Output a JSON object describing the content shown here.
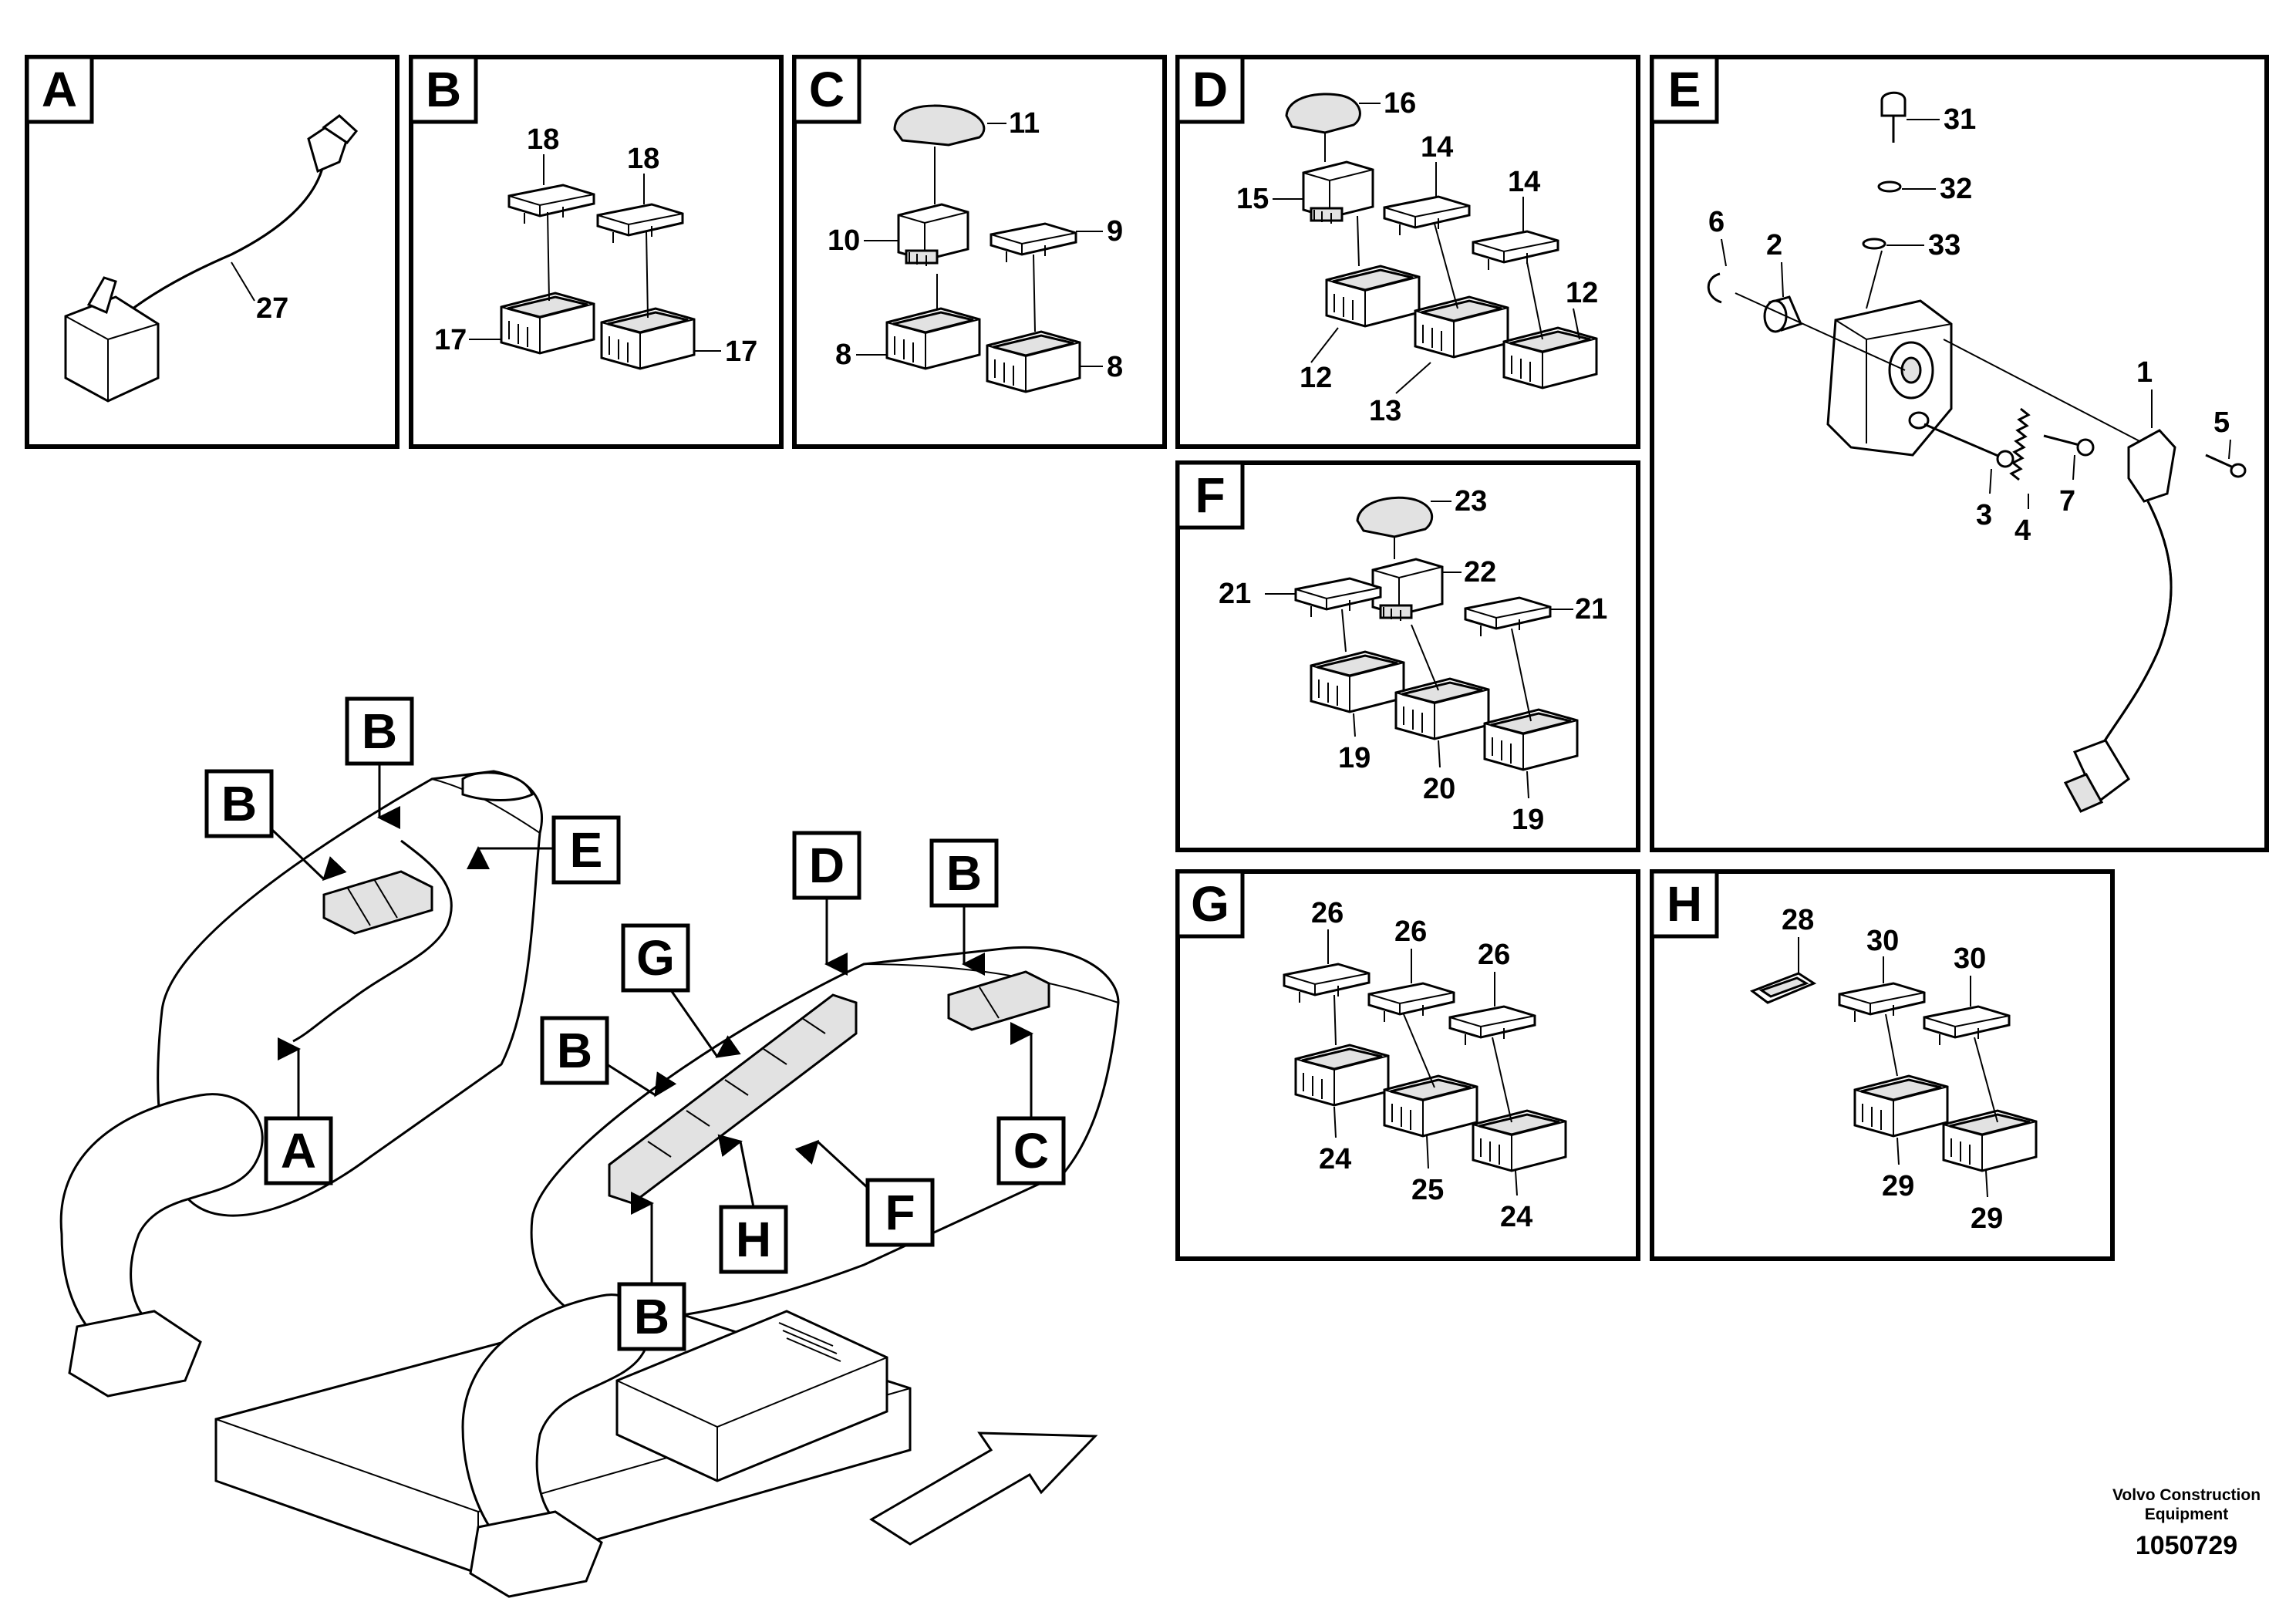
{
  "panels": [
    {
      "id": "A",
      "label": "A",
      "callouts": [
        "27"
      ]
    },
    {
      "id": "B",
      "label": "B",
      "callouts": [
        "18",
        "18",
        "17",
        "17"
      ]
    },
    {
      "id": "C",
      "label": "C",
      "callouts": [
        "11",
        "10",
        "9",
        "8",
        "8"
      ]
    },
    {
      "id": "D",
      "label": "D",
      "callouts": [
        "16",
        "14",
        "14",
        "15",
        "12",
        "12",
        "13"
      ]
    },
    {
      "id": "E",
      "label": "E",
      "callouts": [
        "31",
        "32",
        "6",
        "2",
        "33",
        "1",
        "5",
        "3",
        "4",
        "7"
      ]
    },
    {
      "id": "F",
      "label": "F",
      "callouts": [
        "23",
        "22",
        "21",
        "21",
        "19",
        "20",
        "19"
      ]
    },
    {
      "id": "G",
      "label": "G",
      "callouts": [
        "26",
        "26",
        "26",
        "24",
        "25",
        "24"
      ]
    },
    {
      "id": "H",
      "label": "H",
      "callouts": [
        "28",
        "30",
        "30",
        "29",
        "29"
      ]
    }
  ],
  "overview_callouts": [
    "B",
    "B",
    "E",
    "A",
    "D",
    "B",
    "G",
    "B",
    "F",
    "C",
    "H",
    "B"
  ],
  "footer": {
    "company_line1": "Volvo Construction",
    "company_line2": "Equipment",
    "doc_number": "1050729"
  }
}
